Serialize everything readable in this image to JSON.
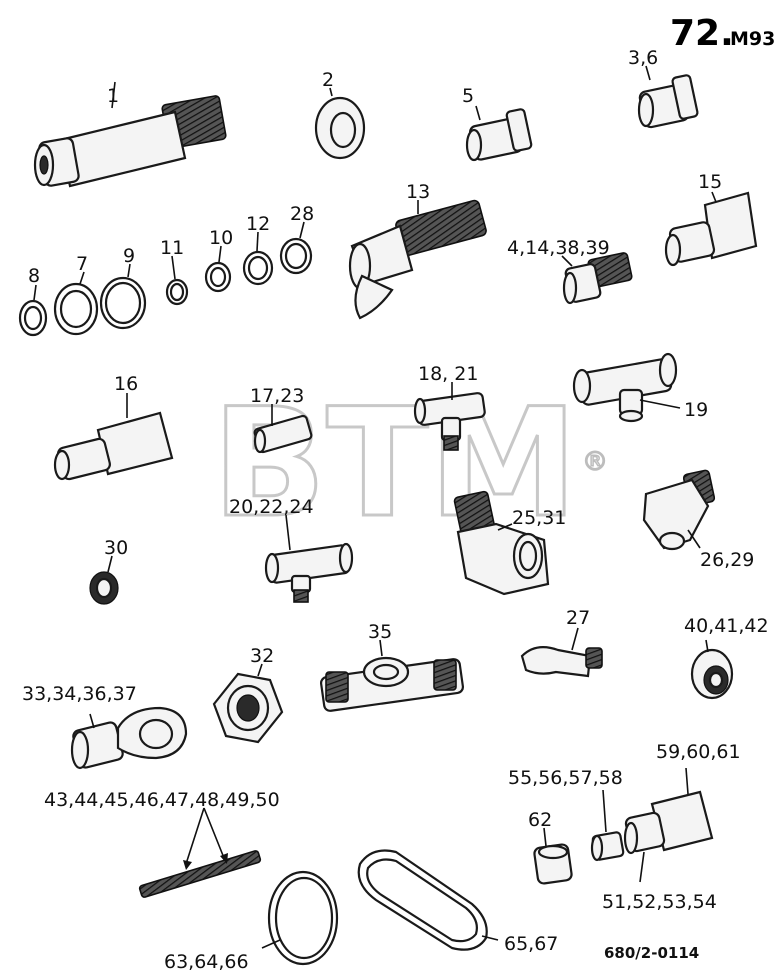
{
  "title": {
    "number": "72.",
    "suffix": "M93"
  },
  "watermark": {
    "text": "BTM",
    "mark": "®"
  },
  "reference": "680/2-0114",
  "callouts": {
    "c1": "1",
    "c2": "2",
    "c5": "5",
    "c36": "3,6",
    "c13": "13",
    "c15": "15",
    "c8": "8",
    "c7": "7",
    "c9": "9",
    "c11": "11",
    "c10": "10",
    "c12": "12",
    "c28": "28",
    "c4": "4,14,38,39",
    "c16": "16",
    "c17": "17,23",
    "c18": "18, 21",
    "c19": "19",
    "c20": "20,22,24",
    "c25": "25,31",
    "c26": "26,29",
    "c30": "30",
    "c35": "35",
    "c27": "27",
    "c40": "40,41,42",
    "c32": "32",
    "c33": "33,34,36,37",
    "c43": "43,44,45,46,47,48,49,50",
    "c55": "55,56,57,58",
    "c59": "59,60,61",
    "c62": "62",
    "c51": "51,52,53,54",
    "c63": "63,64,66",
    "c65": "65,67"
  }
}
